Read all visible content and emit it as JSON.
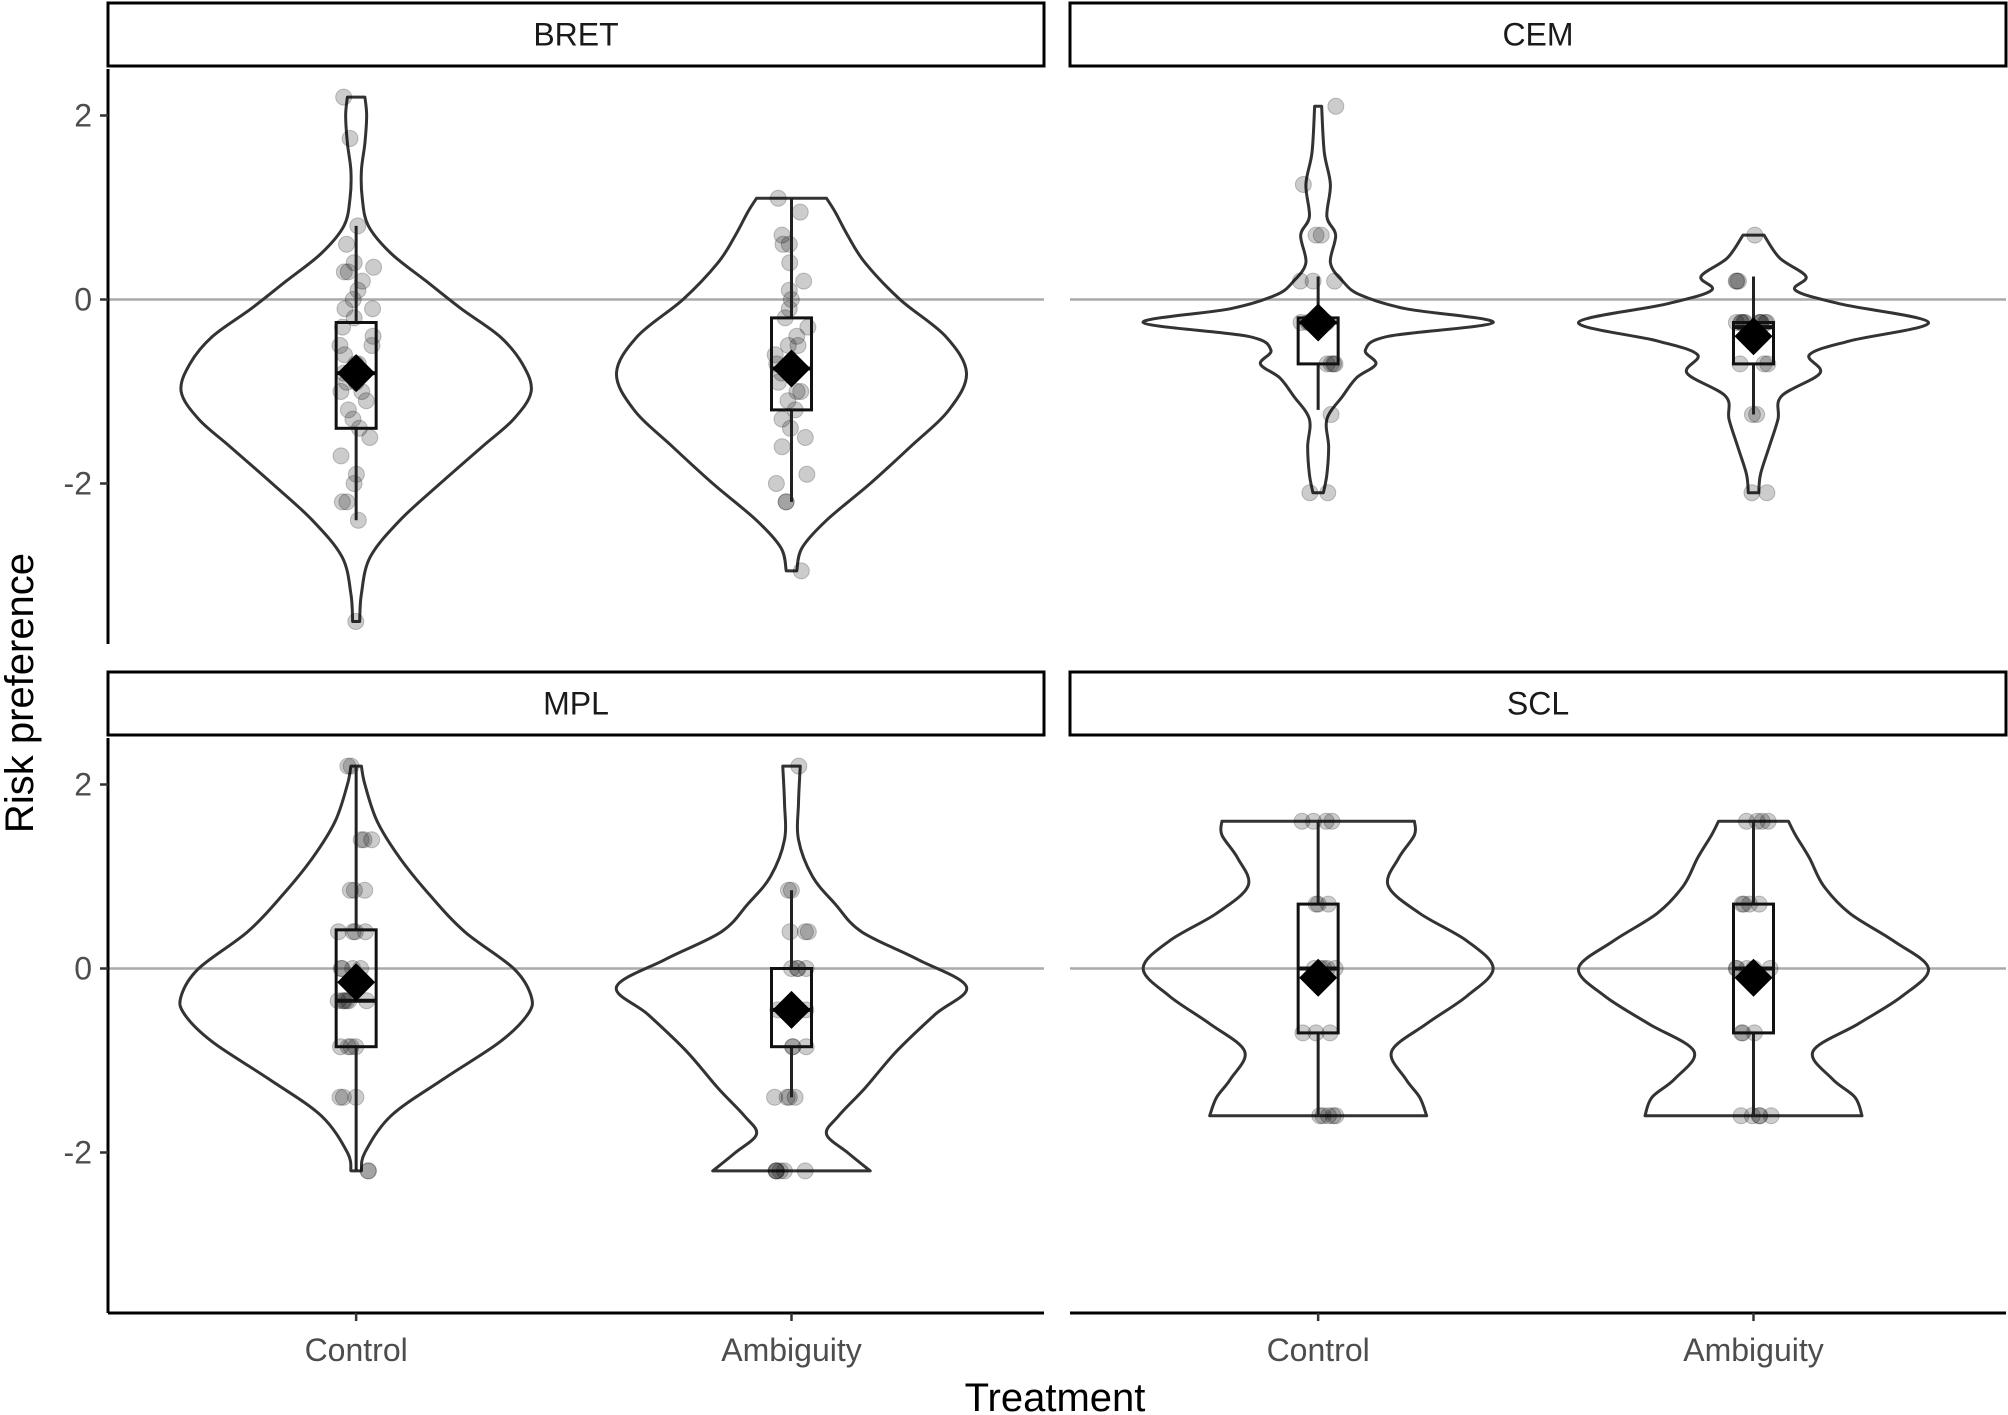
{
  "figure": {
    "xlabel": "Treatment",
    "ylabel": "Risk preference"
  },
  "colors": {
    "line": "#333333",
    "reference_line": "#aaaaaa",
    "point": "#000000",
    "mean_marker": "#000000",
    "strip_border": "#000000"
  },
  "chart_data": [
    {
      "type": "violin",
      "panel": "BRET",
      "categories": [
        "Control",
        "Ambiguity"
      ],
      "ylim": [
        -3.9,
        2.5
      ],
      "yticks": [
        -2,
        0,
        2
      ],
      "reference_line_y": 0,
      "groups": [
        {
          "category": "Control",
          "min": -3.5,
          "max": 2.2,
          "box": {
            "q1": -1.4,
            "median": -0.8,
            "q3": -0.25,
            "whisker_low": -2.4,
            "whisker_high": 0.8
          },
          "mean": -0.8,
          "density": [
            [
              -3.5,
              0.02
            ],
            [
              -3.2,
              0.03
            ],
            [
              -2.8,
              0.08
            ],
            [
              -2.4,
              0.25
            ],
            [
              -2.0,
              0.48
            ],
            [
              -1.6,
              0.72
            ],
            [
              -1.3,
              0.9
            ],
            [
              -1.0,
              1.0
            ],
            [
              -0.7,
              0.95
            ],
            [
              -0.4,
              0.82
            ],
            [
              -0.1,
              0.6
            ],
            [
              0.2,
              0.4
            ],
            [
              0.5,
              0.2
            ],
            [
              0.8,
              0.07
            ],
            [
              1.1,
              0.035
            ],
            [
              1.4,
              0.03
            ],
            [
              1.7,
              0.05
            ],
            [
              2.0,
              0.06
            ],
            [
              2.2,
              0.05
            ]
          ],
          "points": [
            -3.5,
            -2.4,
            -2.2,
            -2.2,
            -2.0,
            -1.9,
            -1.7,
            -1.5,
            -1.4,
            -1.3,
            -1.2,
            -1.1,
            -1.0,
            -1.0,
            -0.9,
            -0.9,
            -0.8,
            -0.8,
            -0.7,
            -0.7,
            -0.6,
            -0.5,
            -0.5,
            -0.4,
            -0.3,
            -0.2,
            -0.1,
            -0.1,
            0.0,
            0.1,
            0.2,
            0.3,
            0.3,
            0.35,
            0.4,
            0.6,
            0.8,
            1.75,
            2.2
          ]
        },
        {
          "category": "Ambiguity",
          "min": -2.95,
          "max": 1.1,
          "box": {
            "q1": -1.2,
            "median": -0.75,
            "q3": -0.2,
            "whisker_low": -2.2,
            "whisker_high": 1.1
          },
          "mean": -0.75,
          "density": [
            [
              -2.95,
              0.03
            ],
            [
              -2.7,
              0.06
            ],
            [
              -2.4,
              0.2
            ],
            [
              -2.0,
              0.45
            ],
            [
              -1.6,
              0.68
            ],
            [
              -1.2,
              0.9
            ],
            [
              -0.8,
              1.0
            ],
            [
              -0.4,
              0.88
            ],
            [
              0.0,
              0.62
            ],
            [
              0.4,
              0.42
            ],
            [
              0.7,
              0.32
            ],
            [
              0.95,
              0.25
            ],
            [
              1.1,
              0.2
            ]
          ],
          "points": [
            -2.95,
            -2.2,
            -2.2,
            -2.0,
            -1.9,
            -1.6,
            -1.5,
            -1.4,
            -1.3,
            -1.2,
            -1.1,
            -1.0,
            -1.0,
            -0.9,
            -0.8,
            -0.8,
            -0.7,
            -0.6,
            -0.5,
            -0.5,
            -0.4,
            -0.3,
            -0.2,
            -0.1,
            0.0,
            0.1,
            0.2,
            0.4,
            0.6,
            0.6,
            0.7,
            0.95,
            1.1
          ]
        }
      ]
    },
    {
      "type": "violin",
      "panel": "CEM",
      "categories": [
        "Control",
        "Ambiguity"
      ],
      "ylim": [
        -3.9,
        2.5
      ],
      "yticks": [
        -2,
        0,
        2
      ],
      "reference_line_y": 0,
      "groups": [
        {
          "category": "Control",
          "min": -2.1,
          "max": 2.1,
          "box": {
            "q1": -0.7,
            "median": -0.25,
            "q3": -0.2,
            "whisker_low": -1.2,
            "whisker_high": 0.25
          },
          "mean": -0.25,
          "density": [
            [
              -2.1,
              0.03
            ],
            [
              -1.9,
              0.05
            ],
            [
              -1.6,
              0.06
            ],
            [
              -1.3,
              0.05
            ],
            [
              -1.05,
              0.14
            ],
            [
              -0.85,
              0.22
            ],
            [
              -0.7,
              0.33
            ],
            [
              -0.55,
              0.27
            ],
            [
              -0.4,
              0.4
            ],
            [
              -0.25,
              1.0
            ],
            [
              -0.1,
              0.5
            ],
            [
              0.05,
              0.24
            ],
            [
              0.2,
              0.14
            ],
            [
              0.4,
              0.07
            ],
            [
              0.7,
              0.1
            ],
            [
              0.9,
              0.05
            ],
            [
              1.25,
              0.07
            ],
            [
              1.6,
              0.035
            ],
            [
              2.1,
              0.02
            ]
          ],
          "points": [
            -2.1,
            -2.1,
            -1.25,
            -0.7,
            -0.7,
            -0.7,
            -0.7,
            -0.25,
            -0.25,
            -0.25,
            -0.25,
            -0.25,
            -0.25,
            -0.25,
            -0.25,
            -0.25,
            -0.25,
            0.2,
            0.2,
            0.2,
            0.7,
            0.7,
            1.25,
            2.1
          ]
        },
        {
          "category": "Ambiguity",
          "min": -2.1,
          "max": 0.7,
          "box": {
            "q1": -0.7,
            "median": -0.3,
            "q3": -0.25,
            "whisker_low": -1.25,
            "whisker_high": 0.25
          },
          "mean": -0.4,
          "density": [
            [
              -2.1,
              0.03
            ],
            [
              -1.9,
              0.04
            ],
            [
              -1.6,
              0.09
            ],
            [
              -1.3,
              0.14
            ],
            [
              -1.05,
              0.16
            ],
            [
              -0.8,
              0.38
            ],
            [
              -0.6,
              0.32
            ],
            [
              -0.45,
              0.55
            ],
            [
              -0.25,
              1.0
            ],
            [
              -0.05,
              0.5
            ],
            [
              0.1,
              0.24
            ],
            [
              0.25,
              0.3
            ],
            [
              0.45,
              0.15
            ],
            [
              0.7,
              0.06
            ]
          ],
          "points": [
            -2.1,
            -2.1,
            -1.25,
            -1.25,
            -0.7,
            -0.7,
            -0.7,
            -0.25,
            -0.25,
            -0.25,
            -0.25,
            -0.25,
            -0.25,
            -0.25,
            -0.25,
            -0.25,
            -0.25,
            0.2,
            0.2,
            0.2,
            0.7
          ]
        }
      ]
    },
    {
      "type": "violin",
      "panel": "MPL",
      "categories": [
        "Control",
        "Ambiguity"
      ],
      "ylim": [
        -3.9,
        2.5
      ],
      "yticks": [
        -2,
        0,
        2
      ],
      "reference_line_y": 0,
      "groups": [
        {
          "category": "Control",
          "min": -2.2,
          "max": 2.2,
          "box": {
            "q1": -0.85,
            "median": -0.35,
            "q3": 0.42,
            "whisker_low": -2.2,
            "whisker_high": 2.2
          },
          "mean": -0.15,
          "density": [
            [
              -2.2,
              0.03
            ],
            [
              -2.0,
              0.05
            ],
            [
              -1.6,
              0.2
            ],
            [
              -1.2,
              0.5
            ],
            [
              -0.8,
              0.82
            ],
            [
              -0.5,
              0.98
            ],
            [
              -0.3,
              1.0
            ],
            [
              0.0,
              0.9
            ],
            [
              0.4,
              0.62
            ],
            [
              0.8,
              0.42
            ],
            [
              1.2,
              0.25
            ],
            [
              1.6,
              0.12
            ],
            [
              2.0,
              0.05
            ],
            [
              2.2,
              0.03
            ]
          ],
          "points": [
            -2.2,
            -2.2,
            -1.4,
            -1.4,
            -1.4,
            -0.85,
            -0.85,
            -0.85,
            -0.85,
            -0.35,
            -0.35,
            -0.35,
            -0.35,
            -0.35,
            -0.35,
            0.0,
            0.0,
            0.0,
            0.0,
            0.4,
            0.4,
            0.4,
            0.4,
            0.85,
            0.85,
            0.85,
            1.4,
            1.4,
            1.4,
            2.2,
            2.2
          ]
        },
        {
          "category": "Ambiguity",
          "min": -2.2,
          "max": 2.2,
          "box": {
            "q1": -0.85,
            "median": -0.45,
            "q3": 0.0,
            "whisker_low": -1.4,
            "whisker_high": 0.85
          },
          "mean": -0.45,
          "density": [
            [
              -2.2,
              0.45
            ],
            [
              -2.0,
              0.32
            ],
            [
              -1.8,
              0.2
            ],
            [
              -1.6,
              0.27
            ],
            [
              -1.3,
              0.42
            ],
            [
              -0.9,
              0.6
            ],
            [
              -0.5,
              0.82
            ],
            [
              -0.2,
              1.0
            ],
            [
              0.1,
              0.72
            ],
            [
              0.4,
              0.4
            ],
            [
              0.7,
              0.25
            ],
            [
              1.0,
              0.12
            ],
            [
              1.4,
              0.04
            ],
            [
              1.8,
              0.04
            ],
            [
              2.2,
              0.05
            ]
          ],
          "points": [
            -2.2,
            -2.2,
            -2.2,
            -2.2,
            -2.2,
            -2.2,
            -1.4,
            -1.4,
            -1.4,
            -1.4,
            -0.85,
            -0.85,
            -0.85,
            -0.45,
            -0.45,
            -0.45,
            0.0,
            0.0,
            0.0,
            0.0,
            0.4,
            0.4,
            0.4,
            0.85,
            0.85,
            2.2
          ]
        }
      ]
    },
    {
      "type": "violin",
      "panel": "SCL",
      "categories": [
        "Control",
        "Ambiguity"
      ],
      "ylim": [
        -3.9,
        2.5
      ],
      "yticks": [
        -2,
        0,
        2
      ],
      "reference_line_y": 0,
      "groups": [
        {
          "category": "Control",
          "min": -1.6,
          "max": 1.6,
          "box": {
            "q1": -0.7,
            "median": 0.0,
            "q3": 0.7,
            "whisker_low": -1.6,
            "whisker_high": 1.6
          },
          "mean": -0.1,
          "density": [
            [
              -1.6,
              0.62
            ],
            [
              -1.4,
              0.58
            ],
            [
              -1.2,
              0.5
            ],
            [
              -0.9,
              0.42
            ],
            [
              -0.6,
              0.62
            ],
            [
              -0.3,
              0.85
            ],
            [
              0.0,
              1.0
            ],
            [
              0.3,
              0.85
            ],
            [
              0.6,
              0.58
            ],
            [
              0.9,
              0.4
            ],
            [
              1.2,
              0.46
            ],
            [
              1.45,
              0.55
            ],
            [
              1.6,
              0.55
            ]
          ],
          "points": [
            -1.6,
            -1.6,
            -1.6,
            -1.6,
            -1.6,
            -0.7,
            -0.7,
            -0.7,
            0.0,
            0.0,
            0.0,
            0.0,
            0.0,
            0.7,
            0.7,
            0.7,
            1.6,
            1.6,
            1.6,
            1.6
          ]
        },
        {
          "category": "Ambiguity",
          "min": -1.6,
          "max": 1.6,
          "box": {
            "q1": -0.7,
            "median": 0.0,
            "q3": 0.7,
            "whisker_low": -1.6,
            "whisker_high": 1.6
          },
          "mean": -0.1,
          "density": [
            [
              -1.6,
              0.62
            ],
            [
              -1.4,
              0.58
            ],
            [
              -1.2,
              0.45
            ],
            [
              -0.9,
              0.34
            ],
            [
              -0.6,
              0.6
            ],
            [
              -0.3,
              0.85
            ],
            [
              0.0,
              1.0
            ],
            [
              0.3,
              0.8
            ],
            [
              0.6,
              0.55
            ],
            [
              0.9,
              0.4
            ],
            [
              1.2,
              0.32
            ],
            [
              1.45,
              0.24
            ],
            [
              1.6,
              0.2
            ]
          ],
          "points": [
            -1.6,
            -1.6,
            -1.6,
            -1.6,
            -1.6,
            -0.7,
            -0.7,
            -0.7,
            0.0,
            0.0,
            0.0,
            0.0,
            0.0,
            0.7,
            0.7,
            0.7,
            0.7,
            1.6,
            1.6,
            1.6,
            1.6
          ]
        }
      ]
    }
  ]
}
